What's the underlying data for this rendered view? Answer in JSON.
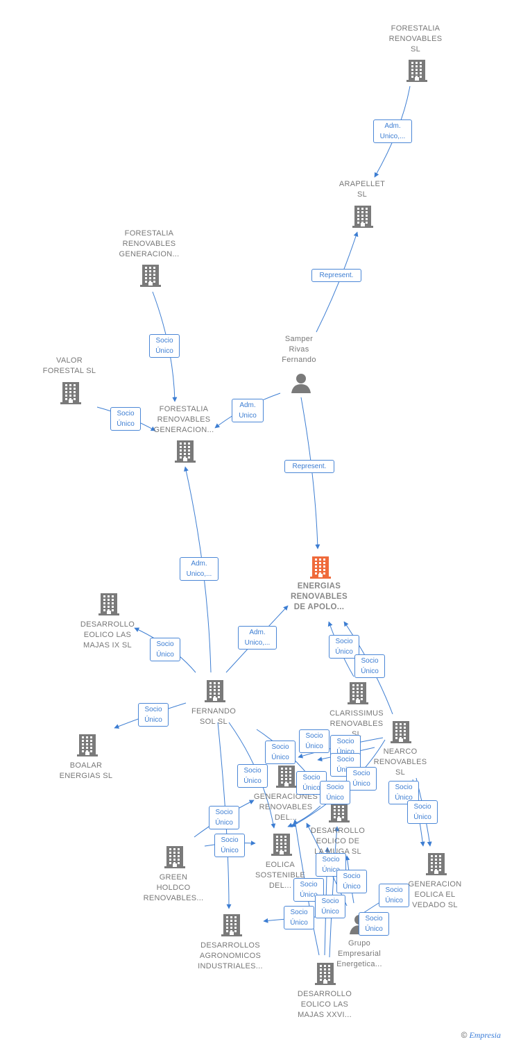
{
  "colors": {
    "edge": "#3c7dd2",
    "node": "#7a7a7a",
    "focus": "#ef6a3b"
  },
  "nodes": {
    "forestalia_sl": {
      "label": [
        "FORESTALIA",
        "RENOVABLES",
        "SL"
      ],
      "kind": "company"
    },
    "arapellet": {
      "label": [
        "ARAPELLET",
        "SL"
      ],
      "kind": "company"
    },
    "forestalia_gen1": {
      "label": [
        "FORESTALIA",
        "RENOVABLES",
        "GENERACION..."
      ],
      "kind": "company"
    },
    "samper": {
      "label": [
        "Samper",
        "Rivas",
        "Fernando"
      ],
      "kind": "person"
    },
    "valor": {
      "label": [
        "VALOR",
        "FORESTAL SL"
      ],
      "kind": "company"
    },
    "forestalia_gen2": {
      "label": [
        "FORESTALIA",
        "RENOVABLES",
        "GENERACION..."
      ],
      "kind": "company"
    },
    "apolo": {
      "label": [
        "ENERGIAS",
        "RENOVABLES",
        "DE APOLO..."
      ],
      "kind": "focus"
    },
    "desarrollo_ix": {
      "label": [
        "DESARROLLO",
        "EOLICO LAS",
        "MAJAS IX  SL"
      ],
      "kind": "company"
    },
    "fernando_sol": {
      "label": [
        "FERNANDO",
        "SOL SL"
      ],
      "kind": "company"
    },
    "boalar": {
      "label": [
        "BOALAR",
        "ENERGIAS  SL"
      ],
      "kind": "company"
    },
    "clarissimus": {
      "label": [
        "CLARISSIMUS",
        "RENOVABLES",
        "SL"
      ],
      "kind": "company"
    },
    "nearco": {
      "label": [
        "NEARCO",
        "RENOVABLES",
        "SL"
      ],
      "kind": "company"
    },
    "generaciones": {
      "label": [
        "GENERACIONES",
        "RENOVABLES",
        "DEL..."
      ],
      "kind": "company"
    },
    "desarrollo_muga": {
      "label": [
        "DESARROLLO",
        "EOLICO DE",
        "LA MUGA SL"
      ],
      "kind": "company"
    },
    "eolica_sost": {
      "label": [
        "EOLICA",
        "SOSTENIBLE",
        "DEL..."
      ],
      "kind": "company"
    },
    "green": {
      "label": [
        "GREEN",
        "HOLDCO",
        "RENOVABLES..."
      ],
      "kind": "company"
    },
    "generacion_vedado": {
      "label": [
        "GENERACION",
        "EOLICA EL",
        "VEDADO SL"
      ],
      "kind": "company"
    },
    "grupo": {
      "label": [
        "Grupo",
        "Empresarial",
        "Energetica..."
      ],
      "kind": "person"
    },
    "agronomicos": {
      "label": [
        "DESARROLLOS",
        "AGRONOMICOS",
        "INDUSTRIALES..."
      ],
      "kind": "company"
    },
    "desarrollo_xxvi": {
      "label": [
        "DESARROLLO",
        "EOLICO LAS",
        "MAJAS XXVI..."
      ],
      "kind": "company"
    }
  },
  "relations": {
    "adm_unico_trunc": [
      "Adm.",
      "Unico,..."
    ],
    "adm_unico": [
      "Adm.",
      "Unico"
    ],
    "socio_unico": [
      "Socio",
      "Único"
    ],
    "represent": [
      "Represent."
    ]
  },
  "footer": {
    "copyright": "©",
    "brand": "Empresia"
  }
}
